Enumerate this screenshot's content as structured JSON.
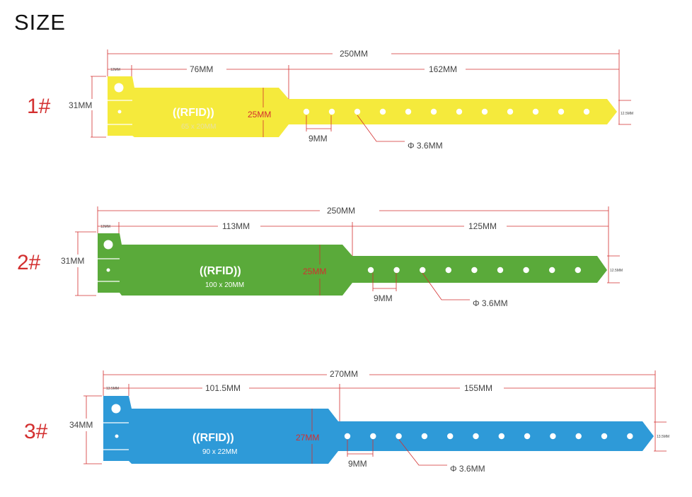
{
  "title": "SIZE",
  "colors": {
    "yellow": "#f5ea3c",
    "green": "#5aaa3a",
    "blue": "#2e9ad8",
    "dim_line": "#d32f2f",
    "label_red": "#d32f2f"
  },
  "bands": [
    {
      "number": "1#",
      "rfid": "((RFID))",
      "chip": "65 x 20MM",
      "total_length": "250MM",
      "tab": "12MM",
      "head_length": "76MM",
      "strap_length": "162MM",
      "height": "31MM",
      "head_height": "25MM",
      "tip": "12.5MM",
      "pitch": "9MM",
      "hole": "Φ 3.6MM",
      "hole_count": 12
    },
    {
      "number": "2#",
      "rfid": "((RFID))",
      "chip": "100 x 20MM",
      "total_length": "250MM",
      "tab": "12MM",
      "head_length": "113MM",
      "strap_length": "125MM",
      "height": "31MM",
      "head_height": "25MM",
      "tip": "12.5MM",
      "pitch": "9MM",
      "hole": "Φ 3.6MM",
      "hole_count": 9
    },
    {
      "number": "3#",
      "rfid": "((RFID))",
      "chip": "90 x 22MM",
      "total_length": "270MM",
      "tab": "13.5MM",
      "head_length": "101.5MM",
      "strap_length": "155MM",
      "height": "34MM",
      "head_height": "27MM",
      "tip": "13.5MM",
      "pitch": "9MM",
      "hole": "Φ 3.6MM",
      "hole_count": 12
    }
  ]
}
